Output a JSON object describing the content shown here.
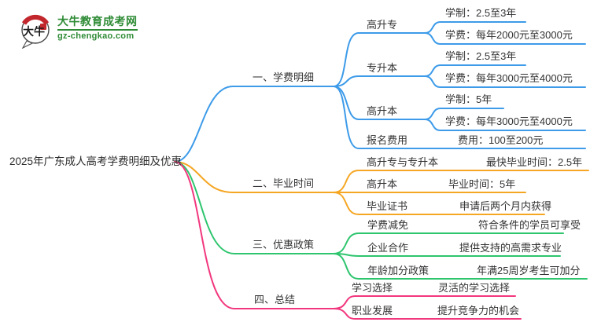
{
  "logo": {
    "mark_text": "大牛",
    "site_name": "大牛教育成考网",
    "site_domain": "gz-chengkao.com"
  },
  "root": {
    "title": "2025年广东成人高考学费明细及优惠"
  },
  "colors": {
    "branch1_blue": "#3d9be9",
    "branch2_orange": "#f5a623",
    "branch3_green": "#2ec56e",
    "branch4_pink": "#f2377e",
    "logo_green": "#2e8b35",
    "logo_red": "#c2272d",
    "text": "#333333"
  },
  "branches": [
    {
      "label": "一、学费明细",
      "children": [
        {
          "label": "高升专",
          "leaves": [
            "学制：2.5至3年",
            "学费：每年2000元至3000元"
          ]
        },
        {
          "label": "专升本",
          "leaves": [
            "学制：2.5至3年",
            "学费：每年3000元至4000元"
          ]
        },
        {
          "label": "高升本",
          "leaves": [
            "学制：5年",
            "学费：每年3000元至4000元"
          ]
        },
        {
          "label": "报名费用",
          "leaves": [
            "费用：100至200元"
          ]
        }
      ]
    },
    {
      "label": "二、毕业时间",
      "children": [
        {
          "label": "高升专与专升本",
          "leaves": [
            "最快毕业时间：2.5年"
          ]
        },
        {
          "label": "高升本",
          "leaves": [
            "毕业时间：5年"
          ]
        },
        {
          "label": "毕业证书",
          "leaves": [
            "申请后两个月内获得"
          ]
        }
      ]
    },
    {
      "label": "三、优惠政策",
      "children": [
        {
          "label": "学费减免",
          "leaves": [
            "符合条件的学员可享受"
          ]
        },
        {
          "label": "企业合作",
          "leaves": [
            "提供支持的高需求专业"
          ]
        },
        {
          "label": "年龄加分政策",
          "leaves": [
            "年满25周岁考生可加分"
          ]
        }
      ]
    },
    {
      "label": "四、总结",
      "children": [
        {
          "label": "学习选择",
          "leaves": [
            "灵活的学习选择"
          ]
        },
        {
          "label": "职业发展",
          "leaves": [
            "提升竞争力的机会"
          ]
        }
      ]
    }
  ]
}
